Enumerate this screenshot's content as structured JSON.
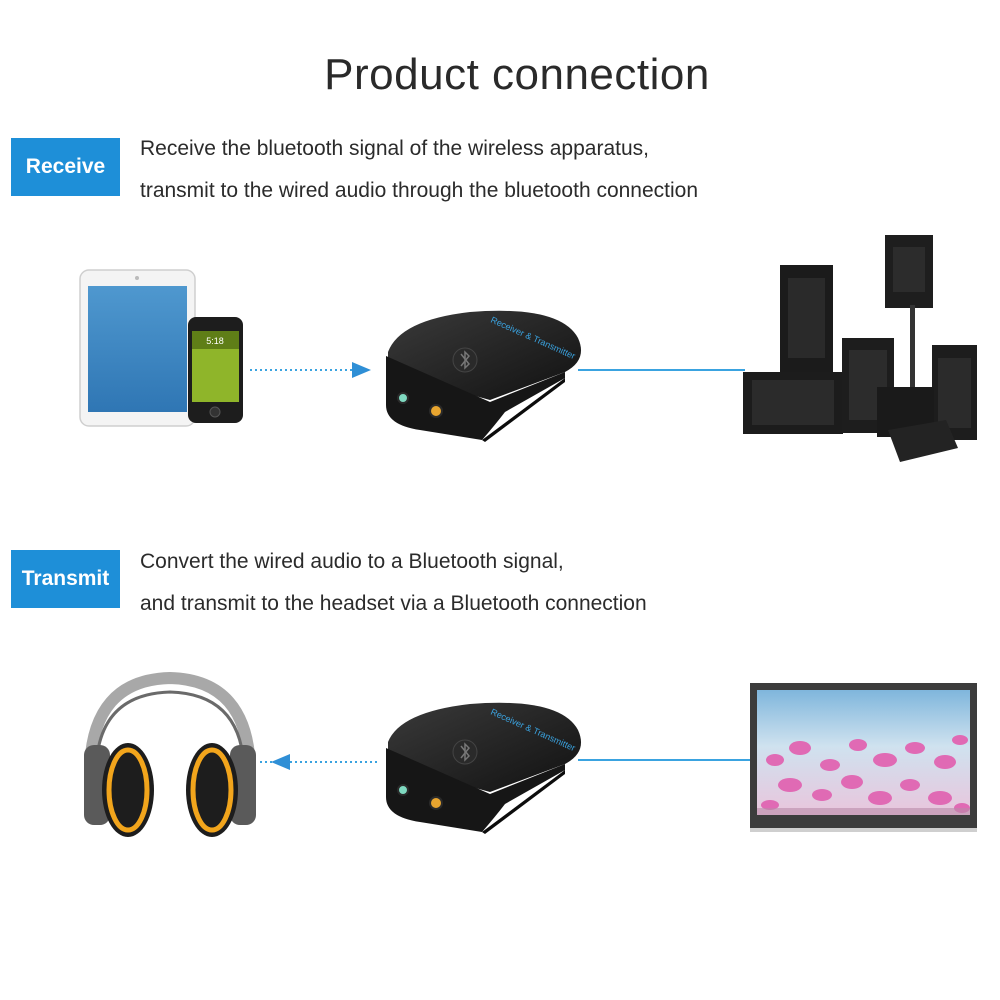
{
  "title": "Product connection",
  "receive": {
    "badge": "Receive",
    "line1": "Receive the bluetooth signal of the wireless apparatus,",
    "line2": "transmit to the wired audio through the bluetooth connection"
  },
  "transmit": {
    "badge": "Transmit",
    "line1": "Convert the wired audio to a Bluetooth signal,",
    "line2": "and transmit to the headset via a Bluetooth connection"
  },
  "device": {
    "label": "Receiver & Transmitter",
    "icon": "bluetooth-icon"
  },
  "phone_time": "5:18",
  "colors": {
    "accent": "#1e8fd8",
    "link": "#3aa3e0",
    "device": "#1b1b1b",
    "headphone_ring": "#f2a51c"
  }
}
